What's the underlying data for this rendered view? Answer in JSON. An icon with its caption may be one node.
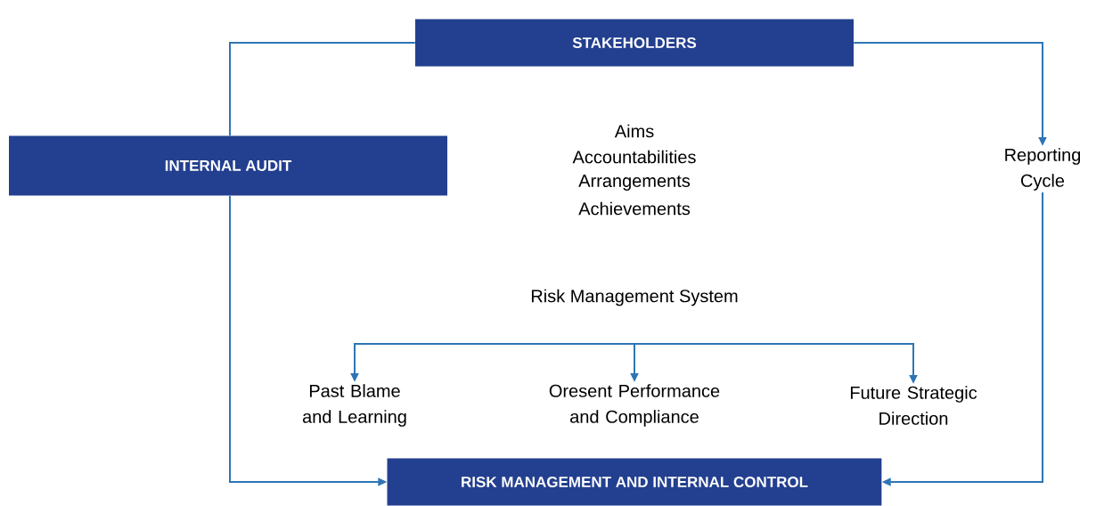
{
  "diagram": {
    "nodes": [
      {
        "text": [
          "STAKEHOLDERS"
        ]
      },
      {
        "text": [
          "INTERNAL AUDIT"
        ]
      },
      {
        "text": [
          "Reporting Cycle"
        ]
      },
      {
        "text": [
          "Past Blame and Learning"
        ]
      },
      {
        "text": [
          "Oresent Performance and Compliance"
        ]
      },
      {
        "text": [
          "Future Strategic Direction"
        ]
      },
      {
        "text": [
          "RISK MANAGEMENT AND INTERNAL CONTROL"
        ]
      }
    ],
    "edges": [
      {
        "from": 0,
        "to": 1,
        "arrow": "none"
      },
      {
        "from": 1,
        "to": 6,
        "arrow": "to"
      },
      {
        "from": 0,
        "to": 2,
        "arrow": "to"
      },
      {
        "from": 2,
        "to": 6,
        "arrow": "to"
      },
      {
        "from": null,
        "to": 3,
        "arrow": "to"
      },
      {
        "from": null,
        "to": 4,
        "arrow": "to"
      },
      {
        "from": null,
        "to": 5,
        "arrow": "to"
      }
    ],
    "labels": [
      "Aims",
      "Accountabilities",
      "Arrangements",
      "Achievements",
      "Risk Management System"
    ]
  }
}
